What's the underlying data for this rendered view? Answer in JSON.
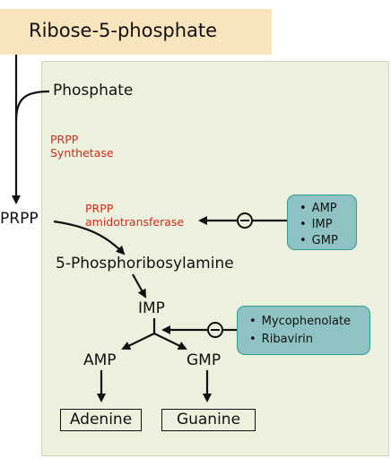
{
  "start": {
    "label": "Ribose-5-phosphate"
  },
  "phosphate": {
    "label": "Phosphate"
  },
  "enzyme1": {
    "line1": "PRPP",
    "line2": "Synthetase"
  },
  "prpp": {
    "label": "PRPP"
  },
  "enzyme2": {
    "line1": "PRPP",
    "line2": "amidotransferase"
  },
  "inhibitors1": {
    "items": [
      "AMP",
      "IMP",
      "GMP"
    ]
  },
  "intermediate": {
    "label": "5-Phosphoribosylamine"
  },
  "imp": {
    "label": "IMP"
  },
  "inhibitors2": {
    "items": [
      "Mycophenolate",
      "Ribavirin"
    ]
  },
  "amp": {
    "label": "AMP"
  },
  "gmp": {
    "label": "GMP"
  },
  "products": {
    "adenine": "Adenine",
    "guanine": "Guanine"
  },
  "colors": {
    "panel": "#ecf1de",
    "start_box": "#f9e5bd",
    "enzyme_text": "#d42a1e",
    "inhibitor_box": "#8fc3c3",
    "inhibitor_border": "#2f9c96"
  }
}
